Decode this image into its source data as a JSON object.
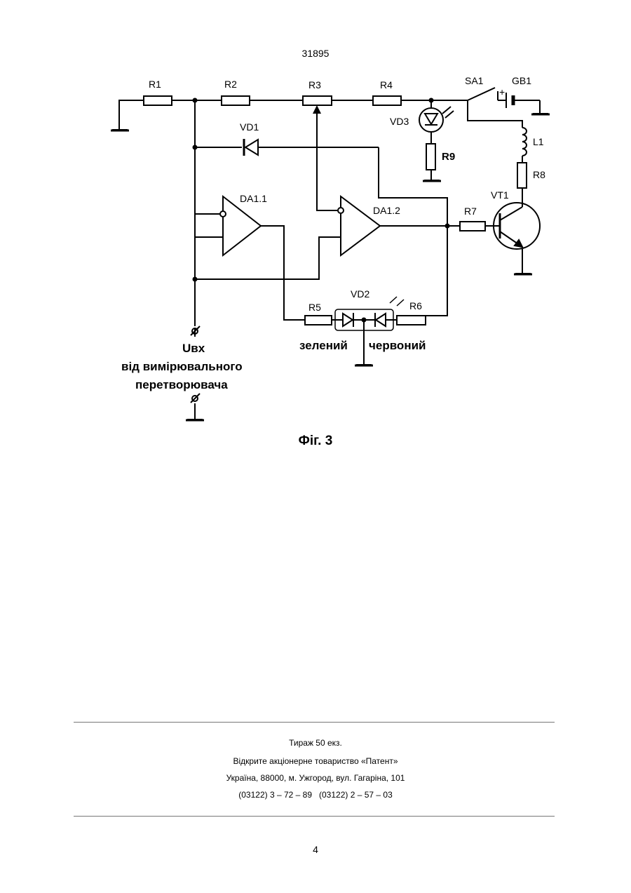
{
  "header": {
    "doc_number": "31895"
  },
  "schematic": {
    "labels": {
      "r1": "R1",
      "r2": "R2",
      "r3": "R3",
      "r4": "R4",
      "r5": "R5",
      "r6": "R6",
      "r7": "R7",
      "r8": "R8",
      "r9": "R9",
      "vd1": "VD1",
      "vd2": "VD2",
      "vd3": "VD3",
      "da11": "DA1.1",
      "da12": "DA1.2",
      "sa1": "SA1",
      "gb1": "GB1",
      "gb1_plus": "+",
      "l1": "L1",
      "vt1": "VT1"
    },
    "input_label_line1": "Uвх",
    "input_label_line2": "від вимірювального",
    "input_label_line3": "перетворювача",
    "led_green": "зелений",
    "led_red": "червоний"
  },
  "figure": {
    "caption": "Фіг. 3"
  },
  "footer": {
    "line1": "Тираж 50 екз.",
    "line2": "Відкрите акціонерне товариство «Патент»",
    "line3": "Україна, 88000, м. Ужгород, вул. Гагаріна, 101",
    "line4": "(03122) 3 – 72 – 89   (03122) 2 – 57 – 03"
  },
  "page_number": "4"
}
